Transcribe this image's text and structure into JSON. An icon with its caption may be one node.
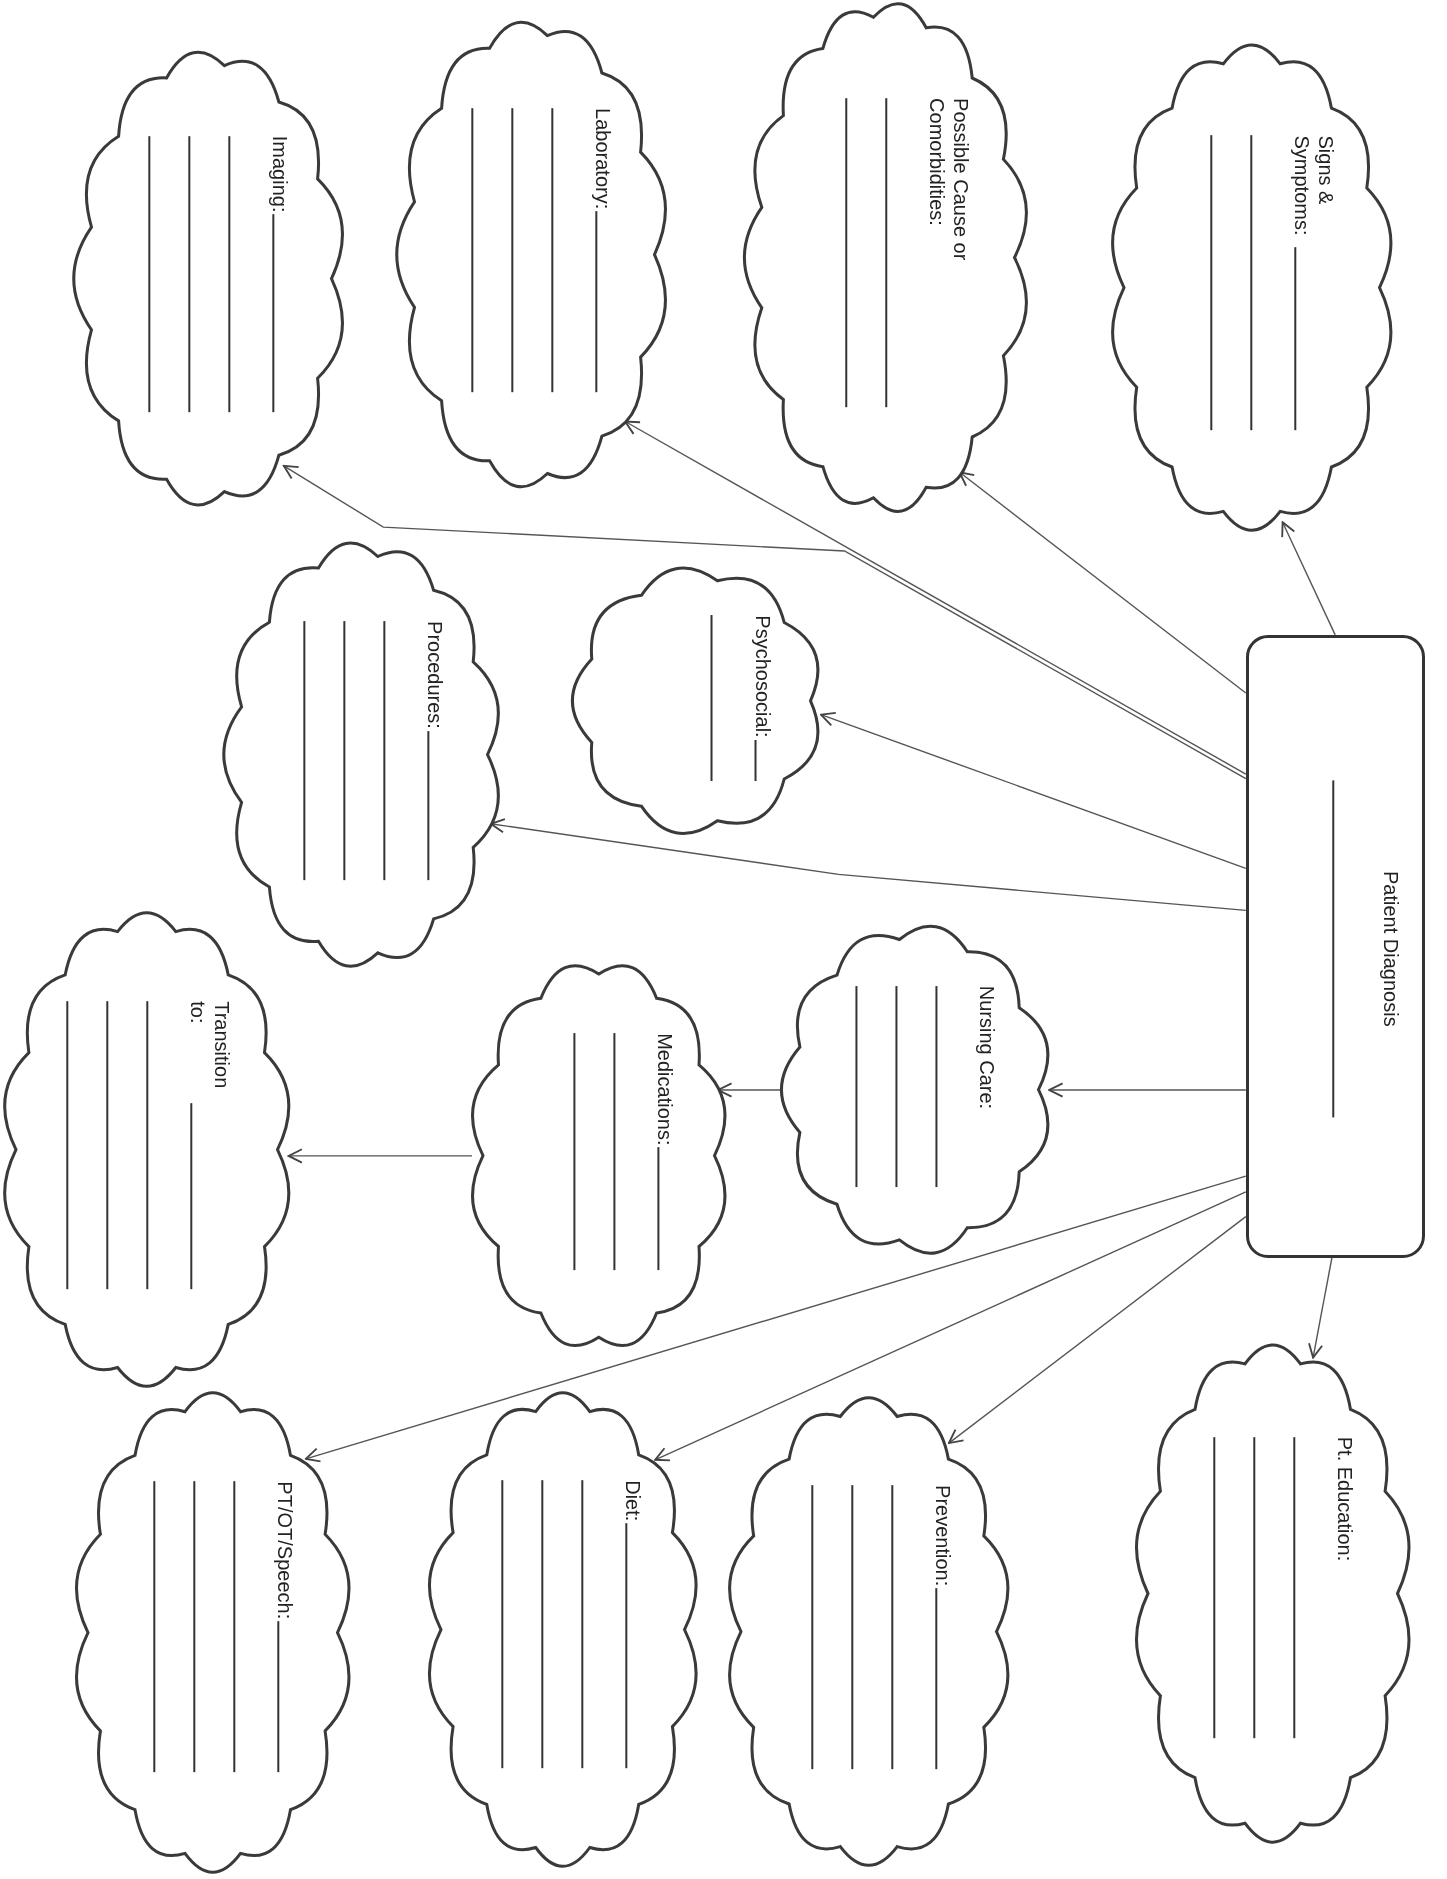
{
  "diagram": {
    "nodes": [
      {
        "text": [
          "Patient Diagnosis"
        ]
      },
      {
        "text": [
          "Signs & Symptoms:"
        ]
      },
      {
        "text": [
          "Pt. Education:"
        ]
      },
      {
        "text": [
          "Possible Cause or Comorbidities:"
        ]
      },
      {
        "text": [
          "Laboratory:"
        ]
      },
      {
        "text": [
          "Imaging:"
        ]
      },
      {
        "text": [
          "Psychosocial:"
        ]
      },
      {
        "text": [
          "Procedures:"
        ]
      },
      {
        "text": [
          "Nursing Care:"
        ]
      },
      {
        "text": [
          "Medications:"
        ]
      },
      {
        "text": [
          "Transition to:"
        ]
      },
      {
        "text": [
          "Prevention:"
        ]
      },
      {
        "text": [
          "Diet:"
        ]
      },
      {
        "text": [
          "PT/OT/Speech:"
        ]
      }
    ],
    "edges": [
      {
        "from": 0,
        "to": 1,
        "arrow": "to"
      },
      {
        "from": 0,
        "to": 3,
        "arrow": "to"
      },
      {
        "from": 0,
        "to": 4,
        "arrow": "to"
      },
      {
        "from": 0,
        "to": 5,
        "arrow": "to"
      },
      {
        "from": 0,
        "to": 6,
        "arrow": "to"
      },
      {
        "from": 0,
        "to": 7,
        "arrow": "to"
      },
      {
        "from": 0,
        "to": 8,
        "arrow": "to"
      },
      {
        "from": 8,
        "to": 9,
        "arrow": "to"
      },
      {
        "from": 9,
        "to": 10,
        "arrow": "to"
      },
      {
        "from": 0,
        "to": 2,
        "arrow": "to"
      },
      {
        "from": 0,
        "to": 11,
        "arrow": "to"
      },
      {
        "from": 0,
        "to": 12,
        "arrow": "to"
      },
      {
        "from": 0,
        "to": 13,
        "arrow": "to"
      }
    ]
  }
}
